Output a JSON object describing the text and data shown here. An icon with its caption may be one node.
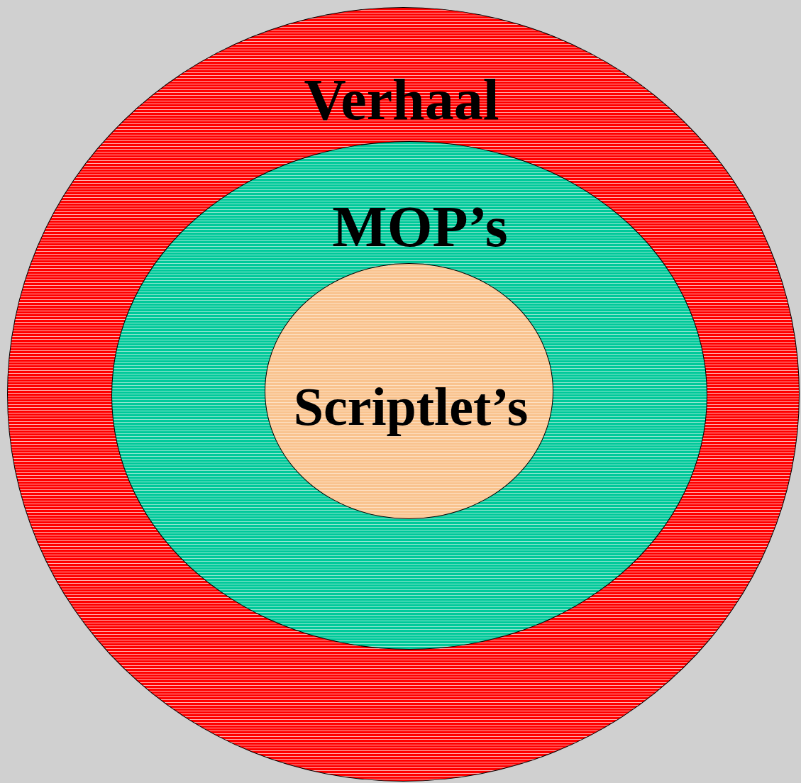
{
  "diagram": {
    "nodes": [
      {
        "text": [
          "Verhaal"
        ]
      },
      {
        "text": [
          "MOP’s"
        ],
        "in": 0
      },
      {
        "text": [
          "Scriptlet’s"
        ],
        "in": 1
      }
    ]
  }
}
